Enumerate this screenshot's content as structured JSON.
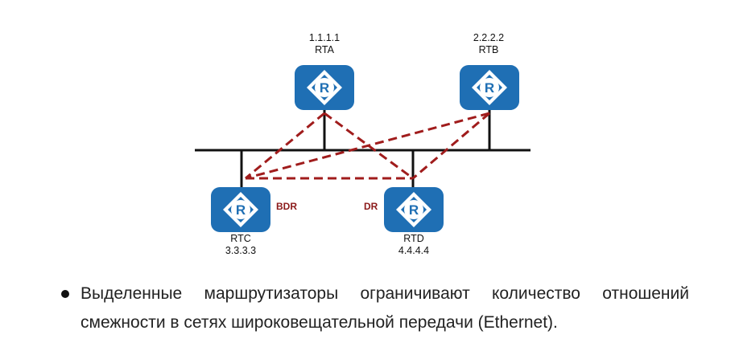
{
  "routers": {
    "rta": {
      "name": "RTA",
      "router_id": "1.1.1.1",
      "icon_letter": "R"
    },
    "rtb": {
      "name": "RTB",
      "router_id": "2.2.2.2",
      "icon_letter": "R"
    },
    "rtc": {
      "name": "RTC",
      "router_id": "3.3.3.3",
      "icon_letter": "R",
      "role": "BDR"
    },
    "rtd": {
      "name": "RTD",
      "router_id": "4.4.4.4",
      "icon_letter": "R",
      "role": "DR"
    }
  },
  "colors": {
    "router": "#1f6fb4",
    "adjacency_line": "#a01c1c",
    "role_label": "#8b1a1a",
    "segment": "#111111"
  },
  "bullet": {
    "text": "Выделенные маршрутизаторы ограничивают количество отношений смежности в сетях широковещательной передачи (Ethernet)."
  }
}
